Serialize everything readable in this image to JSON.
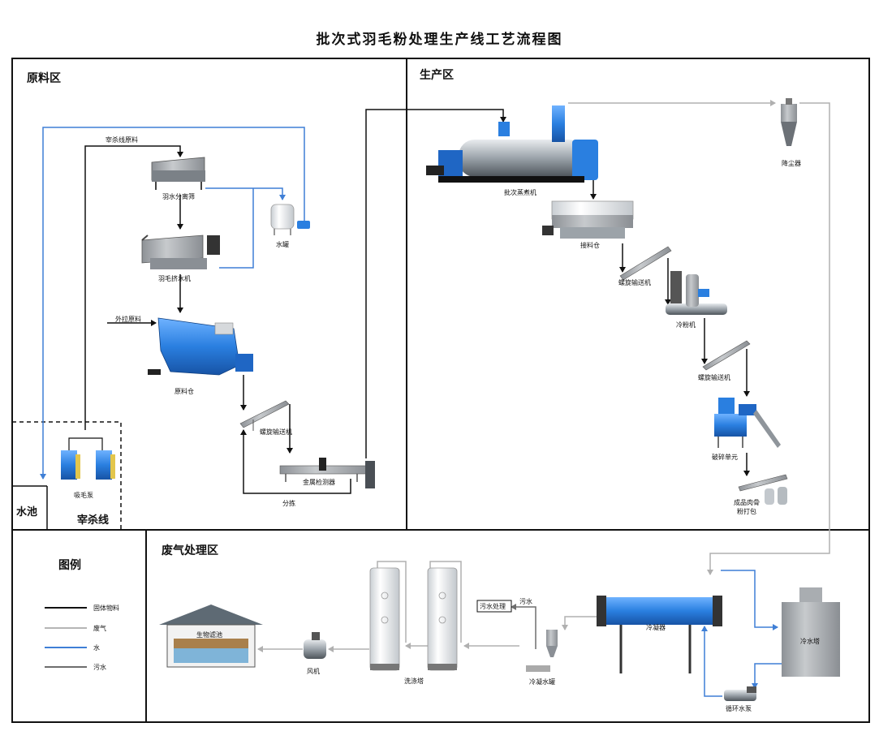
{
  "title": "批次式羽毛粉处理生产线工艺流程图",
  "zones": {
    "raw": "原料区",
    "production": "生产区",
    "waste_gas": "废气处理区",
    "legend": "图例",
    "pool": "水池",
    "slaughter": "宰杀线"
  },
  "labels": {
    "slaughter_raw": "宰杀线原料",
    "feather_separator": "羽水分离筛",
    "water_tank": "水罐",
    "feather_squeezer": "羽毛挤水机",
    "outside_raw": "外拉原料",
    "raw_bin": "原料仓",
    "screw1": "螺旋输送机",
    "metal_detector": "金属检测器",
    "sorting": "分拣",
    "feather_pump": "吸毛泵",
    "cooker": "批次蒸煮机",
    "receiving_bin": "接料仓",
    "screw2": "螺旋输送机",
    "cooler": "冷粉机",
    "screw3": "螺旋输送机",
    "crusher": "破碎单元",
    "packing_line1": "成品肉骨",
    "packing_line2": "粉打包",
    "dust_collector": "降尘器",
    "bio_filter": "生物滤池",
    "fan": "风机",
    "scrubber": "洗涤塔",
    "wastewater_treat": "污水处理",
    "wastewater": "污水",
    "condensate_tank": "冷凝水罐",
    "condenser": "冷凝器",
    "cooling_tower": "冷水塔",
    "circ_pump": "循环水泵"
  },
  "legend": [
    {
      "label": "固体物料",
      "color": "#111111"
    },
    {
      "label": "废气",
      "color": "#b5b5b5"
    },
    {
      "label": "水",
      "color": "#3f7fd6"
    },
    {
      "label": "污水",
      "color": "#6e6e6e"
    }
  ]
}
